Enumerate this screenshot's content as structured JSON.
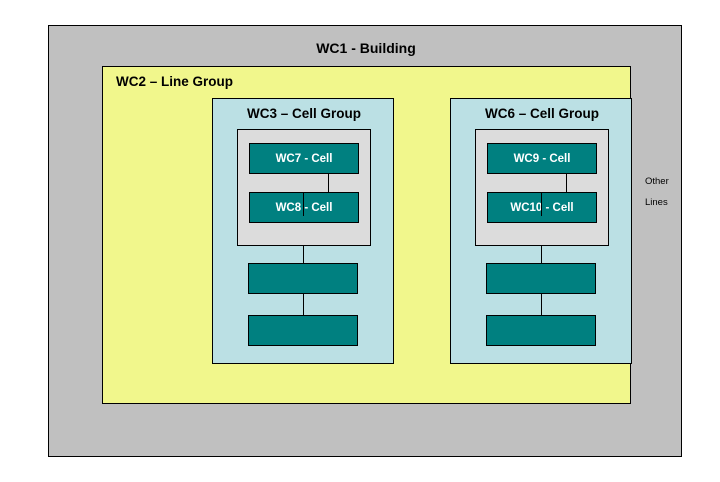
{
  "diagram": {
    "type": "nested-hierarchy-block-diagram",
    "building": {
      "label": "WC1 - Building",
      "color": "#c0c0c0"
    },
    "line_group": {
      "label": "WC2 – Line Group",
      "color": "#f1f78c"
    },
    "cell_groups": [
      {
        "label": "WC3 – Cell Group",
        "color": "#bbe0e4",
        "panel_color": "#dcdcdc",
        "cells": [
          {
            "label": "WC7 - Cell"
          },
          {
            "label": "WC8 - Cell"
          }
        ],
        "extra_boxes": [
          {
            "label": ""
          },
          {
            "label": ""
          }
        ]
      },
      {
        "label": "WC6 – Cell Group",
        "color": "#bbe0e4",
        "panel_color": "#dcdcdc",
        "cells": [
          {
            "label": "WC9 - Cell"
          },
          {
            "label": "WC10 - Cell"
          }
        ],
        "extra_boxes": [
          {
            "label": ""
          },
          {
            "label": ""
          }
        ]
      }
    ],
    "annotation": {
      "line1": "Other",
      "line2": "Lines"
    },
    "colors": {
      "building_fill": "#c0c0c0",
      "line_group_fill": "#f1f78c",
      "cell_group_fill": "#bbe0e4",
      "cell_panel_fill": "#dcdcdc",
      "cell_box_fill": "#008080",
      "cell_box_text": "#ffffff",
      "outline": "#000000",
      "page_background": "#ffffff"
    }
  }
}
